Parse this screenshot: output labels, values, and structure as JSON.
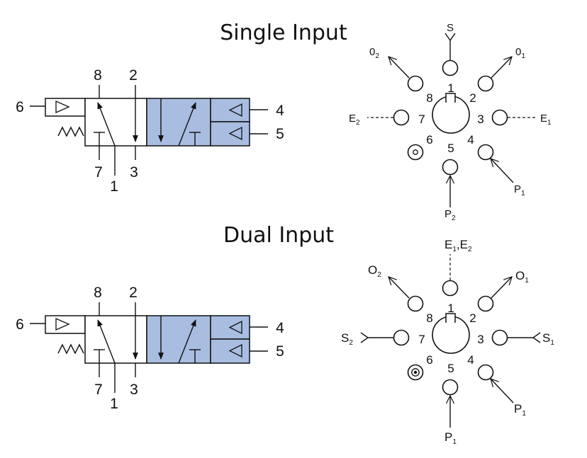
{
  "titles": {
    "single": "Single Input",
    "dual": "Dual Input"
  },
  "valve": {
    "ports": [
      "1",
      "2",
      "3",
      "4",
      "5",
      "6",
      "7",
      "8"
    ]
  },
  "pinout": {
    "positions": [
      "1",
      "2",
      "3",
      "4",
      "5",
      "6",
      "7",
      "8"
    ]
  },
  "single_pinout": {
    "s": "S",
    "o2": "0",
    "o2_sub": "2",
    "o1": "0",
    "o1_sub": "1",
    "e2": "E",
    "e2_sub": "2",
    "e1": "E",
    "e1_sub": "1",
    "p1": "P",
    "p1_sub": "1",
    "p2": "P",
    "p2_sub": "2"
  },
  "dual_pinout": {
    "e_top": "E",
    "e_top_sub1": "1",
    "e_top_sep": ",E",
    "e_top_sub2": "2",
    "o2": "O",
    "o2_sub": "2",
    "o1": "O",
    "o1_sub": "1",
    "s2": "S",
    "s2_sub": "2",
    "s1": "S",
    "s1_sub": "1",
    "p_right": "P",
    "p_right_sub": "1",
    "p_bottom": "P",
    "p_bottom_sub": "1"
  },
  "colors": {
    "valve_blue": "#a8bde0",
    "ink": "#111111"
  }
}
